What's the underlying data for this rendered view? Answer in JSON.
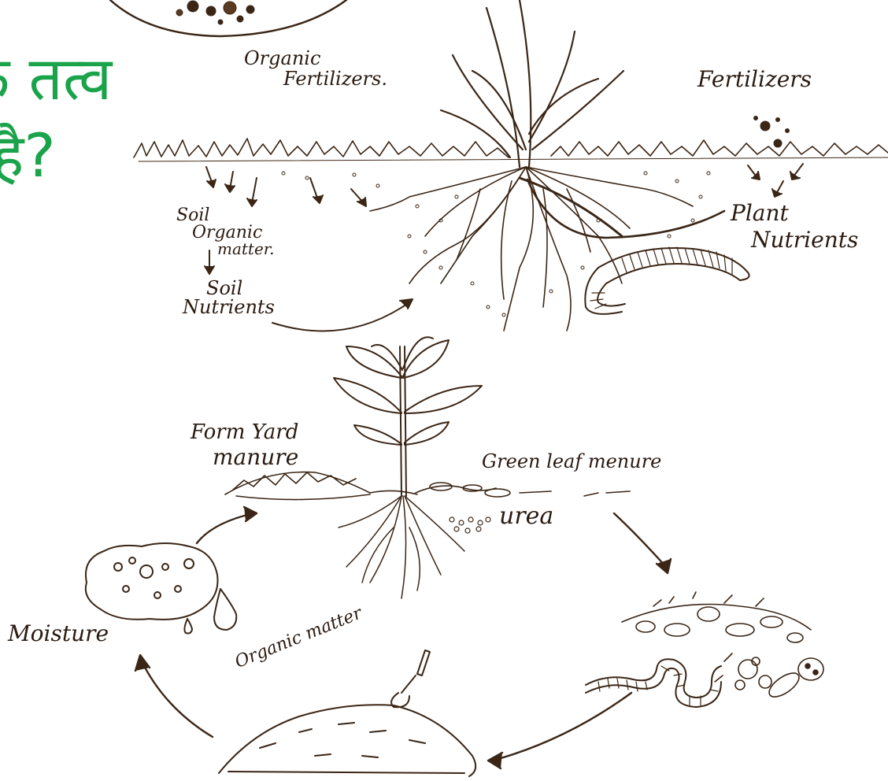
{
  "heading": {
    "line1": "क तत्व",
    "line2": "है?",
    "color": "#1aa34a"
  },
  "labels": {
    "organic_fertilizers_1": "Organic",
    "organic_fertilizers_2": "Fertilizers.",
    "fertilizers": "Fertilizers",
    "soil_organic_matter_1": "Soil",
    "soil_organic_matter_2": "Organic",
    "soil_organic_matter_3": "matter.",
    "soil_nutrients_1": "Soil",
    "soil_nutrients_2": "Nutrients",
    "plant_nutrients_1": "Plant",
    "plant_nutrients_2": "Nutrients",
    "form_yard_manure_1": "Form Yard",
    "form_yard_manure_2": "manure",
    "green_leaf_manure": "Green leaf menure",
    "urea": "urea",
    "moisture": "Moisture",
    "organic_matter": "Organic matter"
  },
  "colors": {
    "ink": "#2a1a10",
    "sketch": "#3b2616"
  }
}
